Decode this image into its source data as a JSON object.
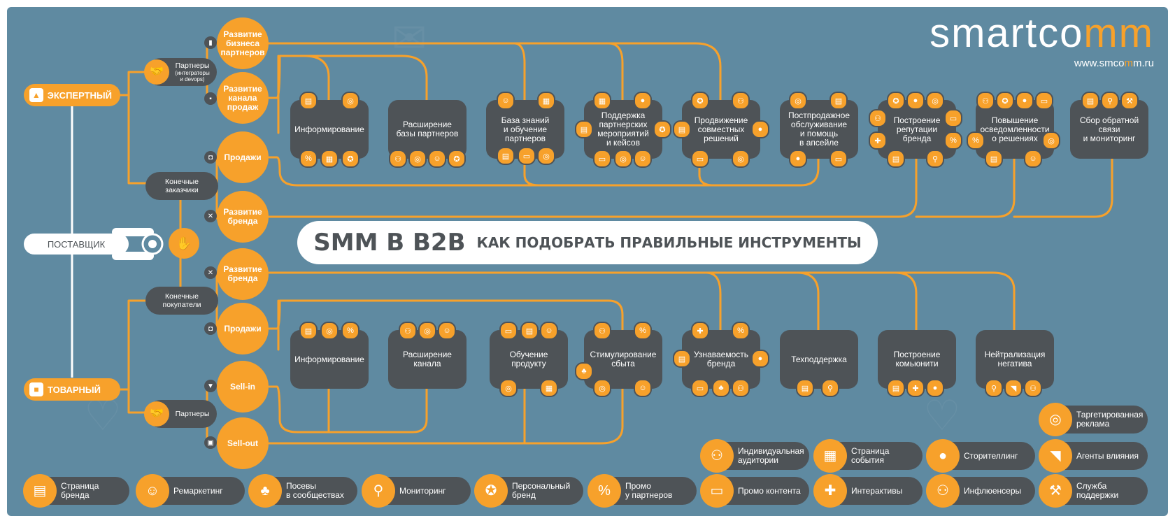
{
  "logo": {
    "brand_main": "smartco",
    "brand_accent": "mm",
    "url_prefix": "www.smco",
    "url_accent": "m",
    "url_suffix": "m.ru"
  },
  "title": {
    "main": "SMM В B2B",
    "sub": "КАК ПОДОБРАТЬ ПРАВИЛЬНЫЕ ИНСТРУМЕНТЫ"
  },
  "supplier": "ПОСТАВЩИК",
  "types": {
    "expert": "ЭКСПЕРТНЫЙ",
    "product": "ТОВАРНЫЙ"
  },
  "groups": {
    "partners_top": {
      "line1": "Партнеры",
      "small1": "(интеграторы",
      "small2": "и devops)"
    },
    "end_customers": {
      "line1": "Конечные",
      "line2": "заказчики"
    },
    "end_buyers": {
      "line1": "Конечные",
      "line2": "покупатели"
    },
    "partners_bottom": {
      "line1": "Партнеры"
    }
  },
  "circles": [
    {
      "key": "c1",
      "l1": "Развитие",
      "l2": "бизнеса",
      "l3": "партнеров"
    },
    {
      "key": "c2",
      "l1": "Развитие",
      "l2": "канала",
      "l3": "продаж"
    },
    {
      "key": "c3",
      "l1": "Продажи",
      "l2": "",
      "l3": ""
    },
    {
      "key": "c4",
      "l1": "Развитие",
      "l2": "бренда",
      "l3": ""
    },
    {
      "key": "c5",
      "l1": "Развитие",
      "l2": "бренда",
      "l3": ""
    },
    {
      "key": "c6",
      "l1": "Продажи",
      "l2": "",
      "l3": ""
    },
    {
      "key": "c7",
      "l1": "Sell-in",
      "l2": "",
      "l3": ""
    },
    {
      "key": "c8",
      "l1": "Sell-out",
      "l2": "",
      "l3": ""
    }
  ],
  "top_boxes": [
    {
      "l1": "Информирование",
      "l2": "",
      "l3": "",
      "l4": ""
    },
    {
      "l1": "Расширение",
      "l2": "базы партнеров",
      "l3": "",
      "l4": ""
    },
    {
      "l1": "База знаний",
      "l2": "и обучение",
      "l3": "партнеров",
      "l4": ""
    },
    {
      "l1": "Поддержка",
      "l2": "партнерских",
      "l3": "мероприятий",
      "l4": "и кейсов"
    },
    {
      "l1": "Продвижение",
      "l2": "совместных",
      "l3": "решений",
      "l4": ""
    },
    {
      "l1": "Постпродажное",
      "l2": "обслуживание",
      "l3": "и помощь",
      "l4": "в апсейле"
    },
    {
      "l1": "Построение",
      "l2": "репутации",
      "l3": "бренда",
      "l4": ""
    },
    {
      "l1": "Повышение",
      "l2": "осведомленности",
      "l3": "о решениях",
      "l4": ""
    },
    {
      "l1": "Сбор обратной",
      "l2": "связи",
      "l3": "и мониторинг",
      "l4": ""
    }
  ],
  "bottom_boxes": [
    {
      "l1": "Информирование",
      "l2": ""
    },
    {
      "l1": "Расширение",
      "l2": "канала"
    },
    {
      "l1": "Обучение",
      "l2": "продукту"
    },
    {
      "l1": "Стимулирование",
      "l2": "сбыта"
    },
    {
      "l1": "Узнаваемость",
      "l2": "бренда"
    },
    {
      "l1": "Техподдержка",
      "l2": ""
    },
    {
      "l1": "Построение",
      "l2": "комьюнити"
    },
    {
      "l1": "Нейтрализация",
      "l2": "негатива"
    }
  ],
  "legend": [
    {
      "l1": "Страница",
      "l2": "бренда",
      "icon": "calendar-page-icon"
    },
    {
      "l1": "Ремаркетинг",
      "l2": "",
      "icon": "people-icon"
    },
    {
      "l1": "Посевы",
      "l2": "в сообществах",
      "icon": "sprout-icon"
    },
    {
      "l1": "Мониторинг",
      "l2": "",
      "icon": "magnifier-icon"
    },
    {
      "l1": "Персональный",
      "l2": "бренд",
      "icon": "badge-icon"
    },
    {
      "l1": "Промо",
      "l2": "у партнеров",
      "icon": "percent-icon"
    },
    {
      "l1": "Индивидуальная",
      "l2": "аудитории",
      "icon": "audience-icon"
    },
    {
      "l1": "Страница",
      "l2": "события",
      "icon": "calendar-icon"
    },
    {
      "l1": "Сторителлинг",
      "l2": "",
      "icon": "speech-bubble-icon"
    },
    {
      "l1": "Таргетированная",
      "l2": "реклама",
      "icon": "target-icon"
    },
    {
      "l1": "Агенты влияния",
      "l2": "",
      "icon": "megaphone-icon"
    },
    {
      "l1": "Промо контента",
      "l2": "",
      "icon": "presentation-icon"
    },
    {
      "l1": "Интерактивы",
      "l2": "",
      "icon": "interactive-icon"
    },
    {
      "l1": "Инфлюенсеры",
      "l2": "",
      "icon": "influencer-icon"
    },
    {
      "l1": "Служба",
      "l2": "поддержки",
      "icon": "support-icon"
    }
  ],
  "colors": {
    "background": "#5f8aa1",
    "accent": "#f7a12b",
    "dark": "#4e5357",
    "white": "#ffffff"
  }
}
